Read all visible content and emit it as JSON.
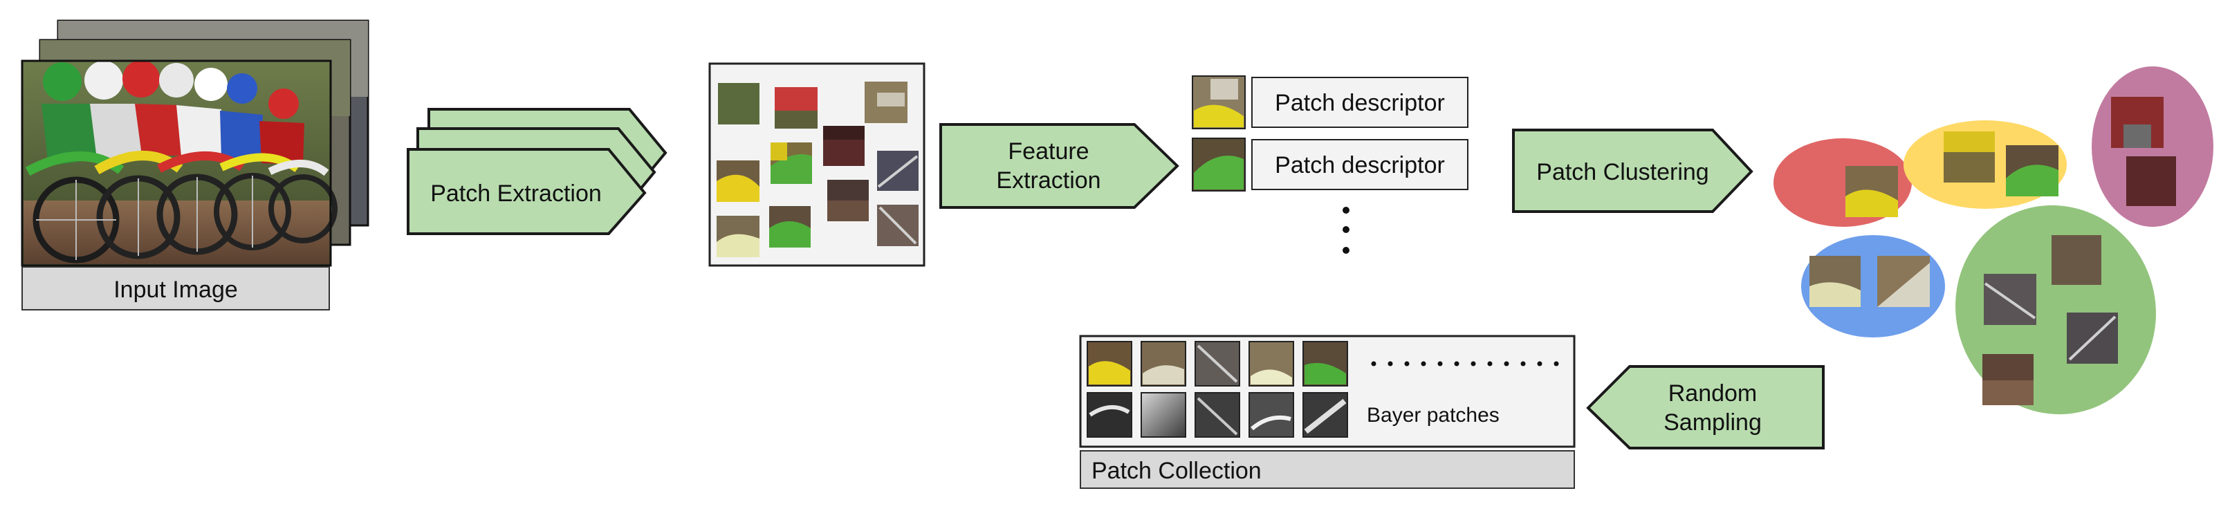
{
  "labels": {
    "input_image": "Input Image",
    "patch_extraction": "Patch Extraction",
    "feature_extraction_line1": "Feature",
    "feature_extraction_line2": "Extraction",
    "patch_descriptor_1": "Patch descriptor",
    "patch_descriptor_2": "Patch descriptor",
    "patch_clustering": "Patch Clustering",
    "random_sampling_line1": "Random",
    "random_sampling_line2": "Sampling",
    "bayer_patches": "Bayer patches",
    "patch_collection": "Patch Collection"
  },
  "colors": {
    "arrow_fill": "#b8dcae",
    "arrow_stroke": "#1a1a1a",
    "label_box": "#d9d9d9",
    "panel_bg": "#f3f3f3",
    "cluster_red": "#e06666",
    "cluster_yellow": "#ffd966",
    "cluster_purple": "#c27ba0",
    "cluster_blue": "#6d9eeb",
    "cluster_green": "#93c47d"
  },
  "icons": {
    "input_stack": "stacked-photos-icon",
    "vertical_ellipsis": "vertical-ellipsis",
    "horizontal_ellipsis": "horizontal-ellipsis"
  }
}
